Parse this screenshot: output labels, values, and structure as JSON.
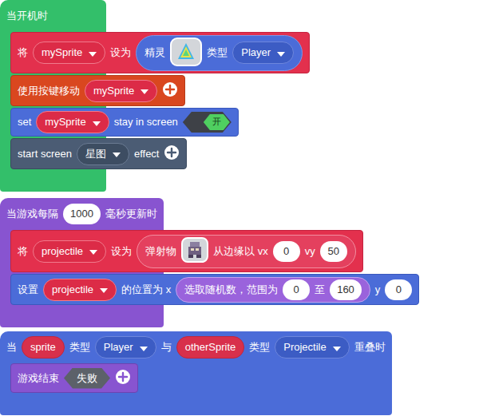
{
  "diagram": {
    "nodes": [
      {
        "text": [
          "当开机时"
        ]
      },
      {
        "text": [
          "将",
          "设为"
        ],
        "in": 0
      },
      {
        "text": [
          "mySprite"
        ],
        "in": 1
      },
      {
        "text": [
          "精灵",
          "类型"
        ],
        "in": 1
      },
      {
        "text": [
          "Player"
        ],
        "in": 3
      },
      {
        "text": [
          "使用按键移动"
        ],
        "in": 0
      },
      {
        "text": [
          "mySprite"
        ],
        "in": 5
      },
      {
        "text": [
          "set",
          "stay in screen"
        ],
        "in": 0
      },
      {
        "text": [
          "mySprite"
        ],
        "in": 7
      },
      {
        "text": [
          "开"
        ],
        "in": 7
      },
      {
        "text": [
          "start screen",
          "effect"
        ],
        "in": 0
      },
      {
        "text": [
          "星图"
        ],
        "in": 10
      },
      {
        "text": [
          "当游戏每隔",
          "毫秒更新时"
        ]
      },
      {
        "text": [
          "1000"
        ],
        "in": 12
      },
      {
        "text": [
          "将",
          "设为"
        ],
        "in": 12
      },
      {
        "text": [
          "projectile"
        ],
        "in": 14
      },
      {
        "text": [
          "弹射物",
          "从边缘以 vx",
          "vy"
        ],
        "in": 14
      },
      {
        "text": [
          "0"
        ],
        "in": 16
      },
      {
        "text": [
          "50"
        ],
        "in": 16
      },
      {
        "text": [
          "设置",
          "的位置为 x",
          "y"
        ],
        "in": 12
      },
      {
        "text": [
          "projectile"
        ],
        "in": 19
      },
      {
        "text": [
          "选取随机数，范围为",
          "至"
        ],
        "in": 19
      },
      {
        "text": [
          "0"
        ],
        "in": 21
      },
      {
        "text": [
          "160"
        ],
        "in": 21
      },
      {
        "text": [
          "0"
        ],
        "in": 19
      },
      {
        "text": [
          "当",
          "类型",
          "与",
          "类型",
          "重叠时"
        ]
      },
      {
        "text": [
          "sprite"
        ],
        "in": 25
      },
      {
        "text": [
          "Player"
        ],
        "in": 25
      },
      {
        "text": [
          "otherSprite"
        ],
        "in": 25
      },
      {
        "text": [
          "Projectile"
        ],
        "in": 25
      },
      {
        "text": [
          "游戏结束"
        ],
        "in": 25
      },
      {
        "text": [
          "失败"
        ],
        "in": 30
      }
    ]
  }
}
